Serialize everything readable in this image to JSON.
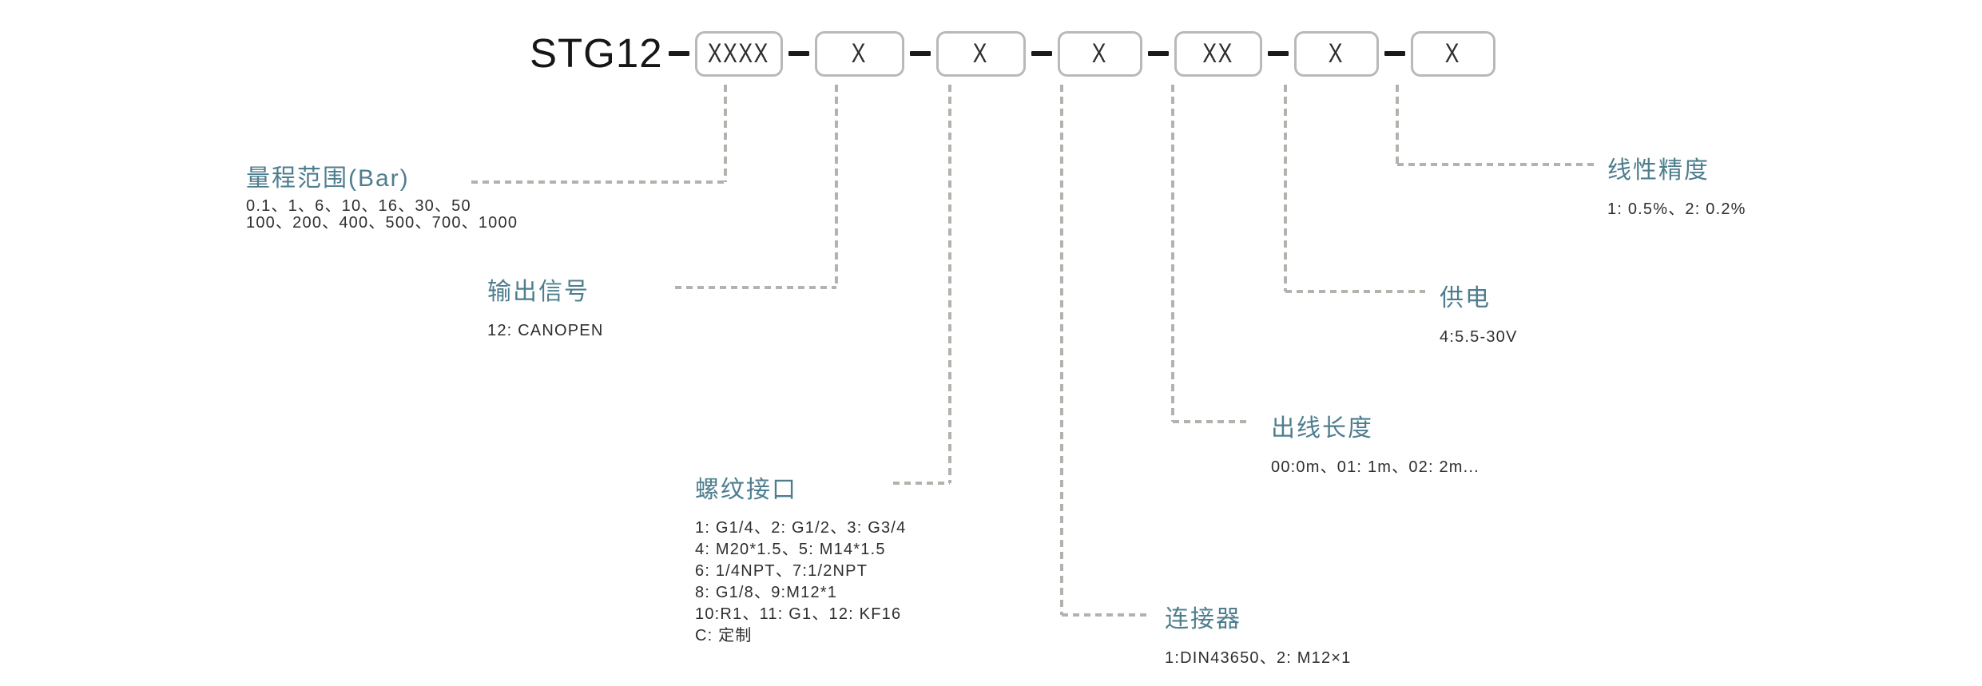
{
  "model_code": {
    "prefix": "STG12",
    "segments": [
      "XXXX",
      "X",
      "X",
      "X",
      "XX",
      "X",
      "X"
    ]
  },
  "fields": [
    {
      "id": "range",
      "label": "量程范围(Bar)",
      "values": [
        "0.1、1、6、10、16、30、50",
        "100、200、400、500、700、1000"
      ]
    },
    {
      "id": "output-signal",
      "label": "输出信号",
      "values": [
        "12: CANOPEN"
      ]
    },
    {
      "id": "thread-interface",
      "label": "螺纹接口",
      "values": [
        "1: G1/4、2: G1/2、3: G3/4",
        "4: M20*1.5、5: M14*1.5",
        "6: 1/4NPT、7:1/2NPT",
        "8: G1/8、9:M12*1",
        "10:R1、11: G1、12: KF16",
        "C: 定制"
      ]
    },
    {
      "id": "connector",
      "label": "连接器",
      "values": [
        "1:DIN43650、2: M12×1"
      ]
    },
    {
      "id": "cable-length",
      "label": "出线长度",
      "values": [
        "00:0m、01: 1m、02: 2m..."
      ]
    },
    {
      "id": "power-supply",
      "label": "供电",
      "values": [
        "4:5.5-30V"
      ]
    },
    {
      "id": "linearity-accuracy",
      "label": "线性精度",
      "values": [
        "1: 0.5%、2: 0.2%"
      ]
    }
  ],
  "colors": {
    "label_accent": "#4e7e8e",
    "code_text": "#161616",
    "box_border": "#b9b9b9",
    "connector_dash": "#b5b1ac",
    "body_text": "#2e2e2e"
  }
}
